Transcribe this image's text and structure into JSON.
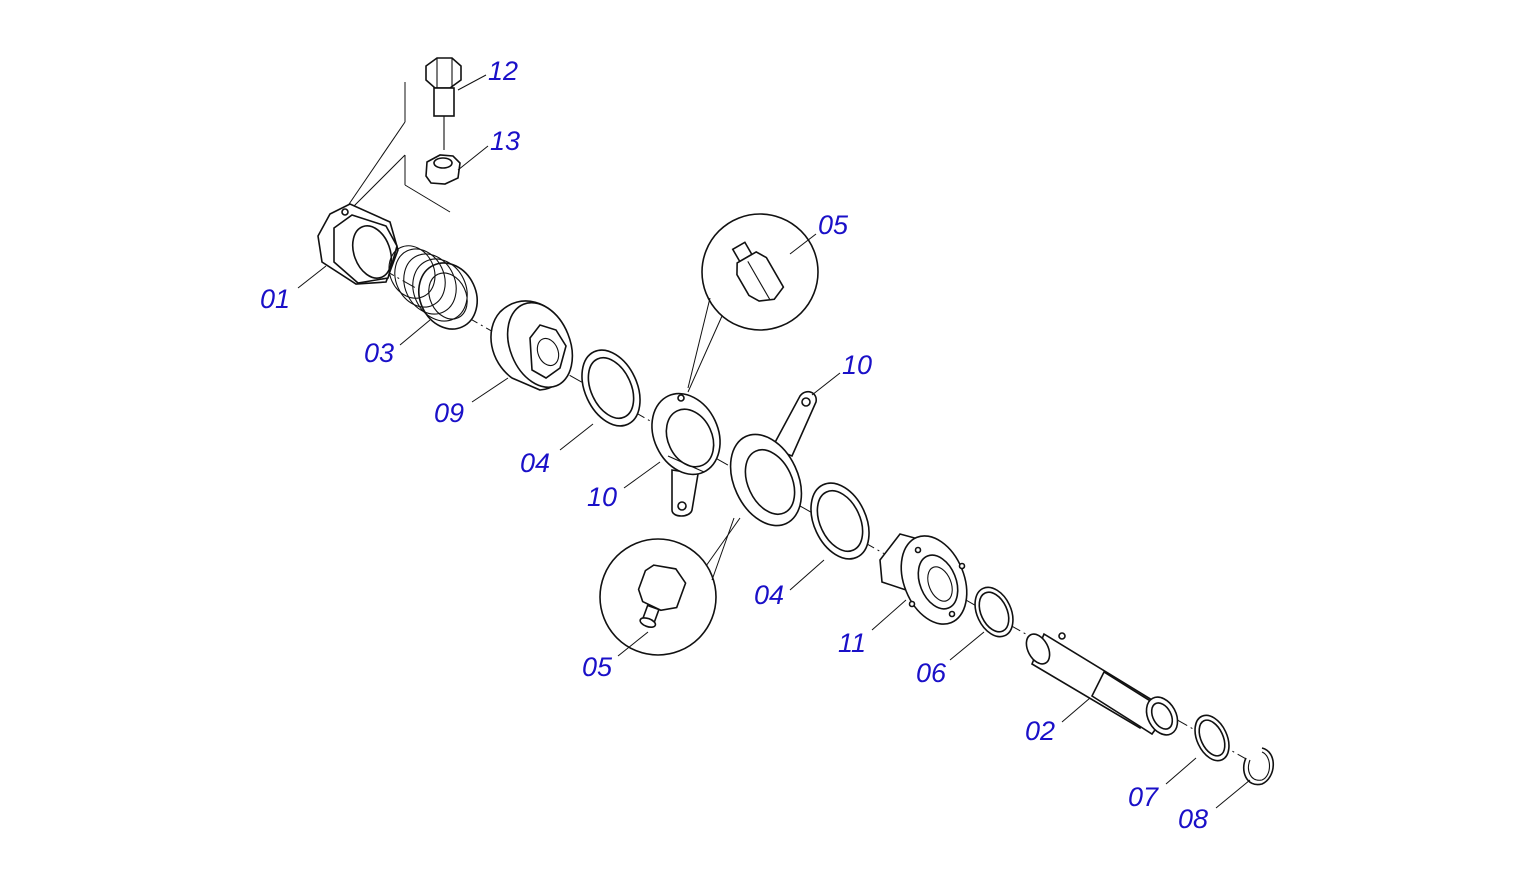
{
  "colors": {
    "label": "#1a10c8",
    "line": "#111111",
    "background": "#ffffff"
  },
  "labels": {
    "p01": "01",
    "p02": "02",
    "p03": "03",
    "p04a": "04",
    "p04b": "04",
    "p05a": "05",
    "p05b": "05",
    "p06": "06",
    "p07": "07",
    "p08": "08",
    "p09": "09",
    "p10a": "10",
    "p10b": "10",
    "p11": "11",
    "p12": "12",
    "p13": "13"
  }
}
